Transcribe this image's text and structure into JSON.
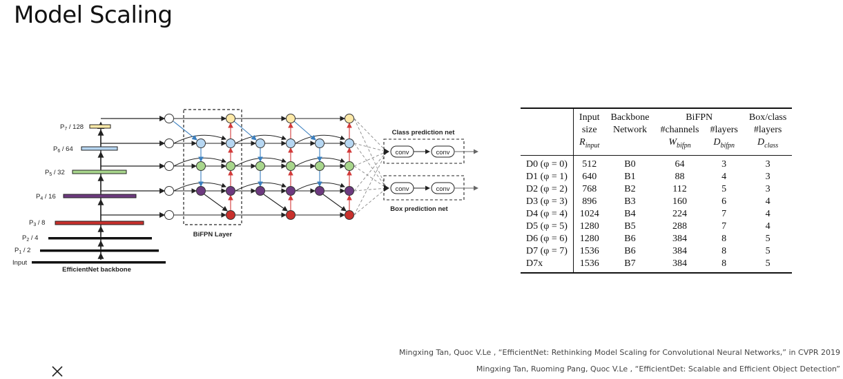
{
  "slide": {
    "title": "Model Scaling",
    "close_icon": "close-icon"
  },
  "diagram": {
    "backbone_labels": [
      "P7 / 128",
      "P6 / 64",
      "P5 / 32",
      "P4 / 16",
      "P3 / 8",
      "P2 / 4",
      "P1 / 2",
      "Input"
    ],
    "backbone_caption": "EfficientNet backbone",
    "bifpn_caption": "BiFPN Layer",
    "class_net_label": "Class prediction net",
    "box_net_label": "Box prediction net",
    "conv_label": "conv",
    "colors": {
      "p7": "#fde9a8",
      "p6": "#b7d7f2",
      "p5": "#a8d68c",
      "p4": "#6d3a7f",
      "p3": "#c8302c",
      "blue_arrow": "#3a7fbf",
      "red_arrow": "#d23a3a"
    }
  },
  "table": {
    "header_row1": [
      "Input",
      "Backbone",
      "BiFPN",
      "Box/class"
    ],
    "header_row2": [
      "size",
      "Network",
      "#channels",
      "#layers",
      "#layers"
    ],
    "header_row3": [
      "R_input",
      "W_bifpn",
      "D_bifpn",
      "D_class"
    ],
    "rows": [
      {
        "model": "D0 (φ = 0)",
        "input": "512",
        "backbone": "B0",
        "channels": "64",
        "layers": "3",
        "class": "3"
      },
      {
        "model": "D1 (φ = 1)",
        "input": "640",
        "backbone": "B1",
        "channels": "88",
        "layers": "4",
        "class": "3"
      },
      {
        "model": "D2 (φ = 2)",
        "input": "768",
        "backbone": "B2",
        "channels": "112",
        "layers": "5",
        "class": "3"
      },
      {
        "model": "D3 (φ = 3)",
        "input": "896",
        "backbone": "B3",
        "channels": "160",
        "layers": "6",
        "class": "4"
      },
      {
        "model": "D4 (φ = 4)",
        "input": "1024",
        "backbone": "B4",
        "channels": "224",
        "layers": "7",
        "class": "4"
      },
      {
        "model": "D5 (φ = 5)",
        "input": "1280",
        "backbone": "B5",
        "channels": "288",
        "layers": "7",
        "class": "4"
      },
      {
        "model": "D6 (φ = 6)",
        "input": "1280",
        "backbone": "B6",
        "channels": "384",
        "layers": "8",
        "class": "5"
      },
      {
        "model": "D7 (φ = 7)",
        "input": "1536",
        "backbone": "B6",
        "channels": "384",
        "layers": "8",
        "class": "5"
      },
      {
        "model": "D7x",
        "input": "1536",
        "backbone": "B7",
        "channels": "384",
        "layers": "8",
        "class": "5"
      }
    ]
  },
  "references": [
    "Mingxing Tan, Quoc V.Le , “EfficientNet: Rethinking Model Scaling for Convolutional Neural Networks,” in CVPR 2019",
    "Mingxing Tan, Ruoming Pang, Quoc V.Le , “EfficientDet: Scalable and Efficient Object Detection”"
  ]
}
